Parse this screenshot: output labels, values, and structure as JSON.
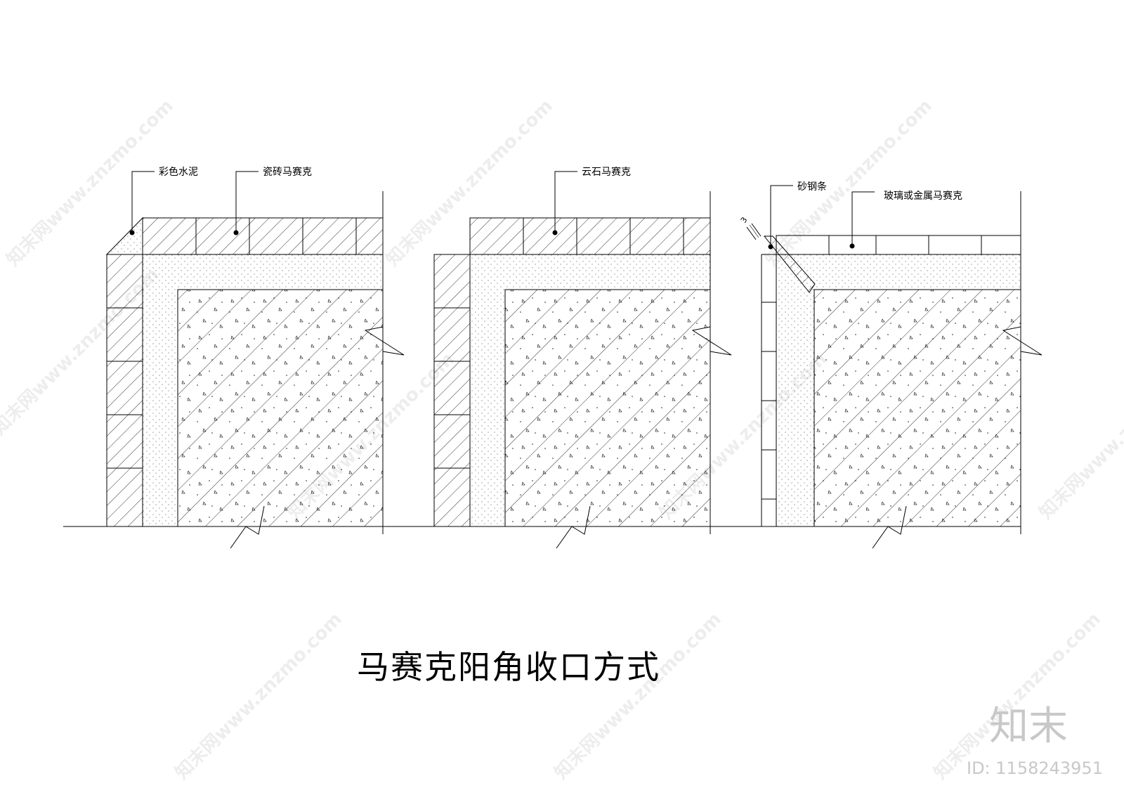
{
  "diagram_title": "马赛克阳角收口方式",
  "panels": [
    {
      "labels": {
        "a": "彩色水泥",
        "b": "瓷砖马赛克"
      }
    },
    {
      "labels": {
        "a": "云石马赛克"
      }
    },
    {
      "labels": {
        "a": "砂钢条",
        "b": "玻璃或金属马赛克"
      },
      "dimension": "3"
    }
  ],
  "brand": {
    "logo_text": "知末",
    "id_label": "ID: 1158243951"
  },
  "watermark_text": "知末网www.znzmo.com",
  "colors": {
    "line": "#000000",
    "background": "#ffffff",
    "brand_gray": "#c8c8c8"
  }
}
